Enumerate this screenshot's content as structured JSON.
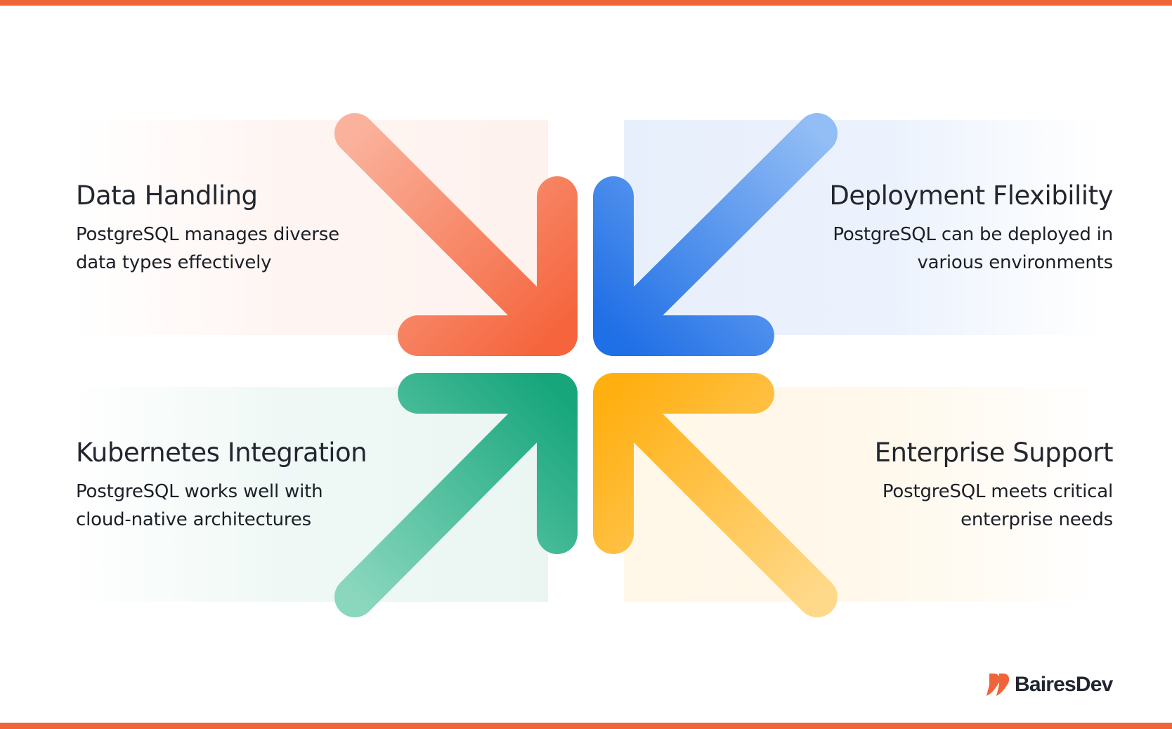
{
  "blocks": {
    "data_handling": {
      "title": "Data Handling",
      "lines": [
        "PostgreSQL manages diverse",
        "data types effectively"
      ]
    },
    "deployment_flexibility": {
      "title": "Deployment Flexibility",
      "lines": [
        "PostgreSQL can be deployed in",
        "various environments"
      ]
    },
    "kubernetes_integration": {
      "title": "Kubernetes Integration",
      "lines": [
        "PostgreSQL works well with",
        "cloud-native architectures"
      ]
    },
    "enterprise_support": {
      "title": "Enterprise Support",
      "lines": [
        "PostgreSQL meets critical",
        "enterprise needs"
      ]
    }
  },
  "brand": {
    "name": "BairesDev",
    "accent": "#f0643a"
  },
  "colors": {
    "orange": "#f5643c",
    "blue": "#1f6fe6",
    "green": "#17a67c",
    "yellow": "#ffaf10"
  }
}
